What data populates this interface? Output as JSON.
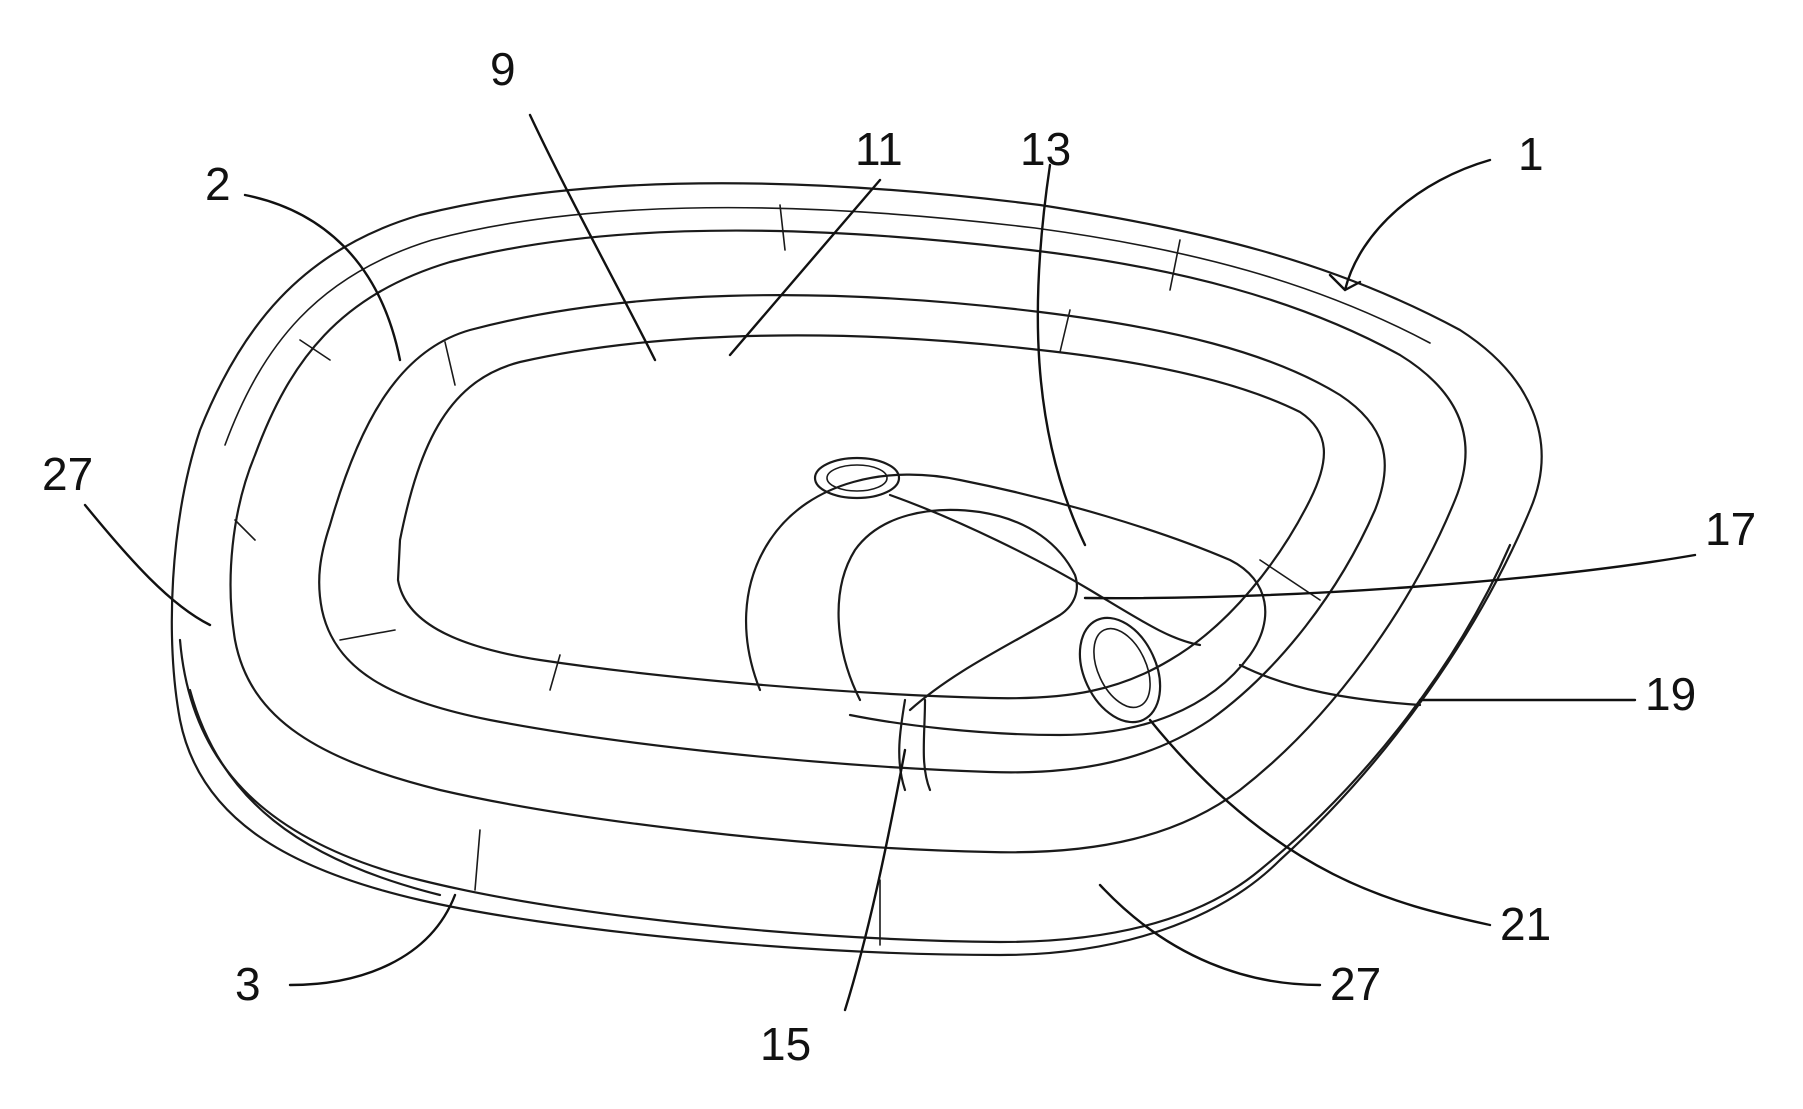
{
  "figure": {
    "reference_labels": {
      "device": "1",
      "top_layer": "2",
      "bottom_layer": "3",
      "central_region": "9",
      "central_region_marker": "11",
      "raised_region": "13",
      "channel": "15",
      "conduit": "17",
      "groove": "19",
      "port": "21",
      "side_edge_left": "27",
      "side_edge_front": "27"
    }
  }
}
